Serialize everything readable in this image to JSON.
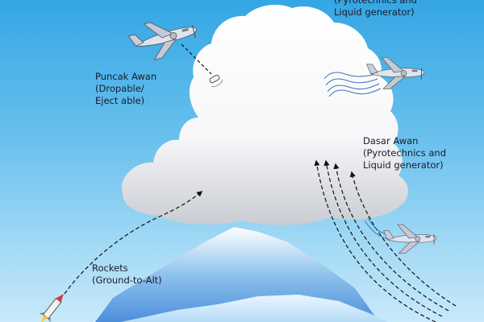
{
  "labels": {
    "top_right": [
      "(Pyrotechnics and",
      "Liquid generator)"
    ],
    "puncak": [
      "Puncak Awan",
      "(Dropable/",
      "Eject able)"
    ],
    "dasar": [
      "Dasar Awan",
      "(Pyrotechnics and",
      "Liquid generator)"
    ],
    "rockets": [
      "Rockets",
      "(Ground-to-Alt)"
    ]
  },
  "icons": [
    "airplane-icon",
    "flare-canister-icon",
    "rocket-icon",
    "cloud-icon",
    "mountain-icon"
  ]
}
